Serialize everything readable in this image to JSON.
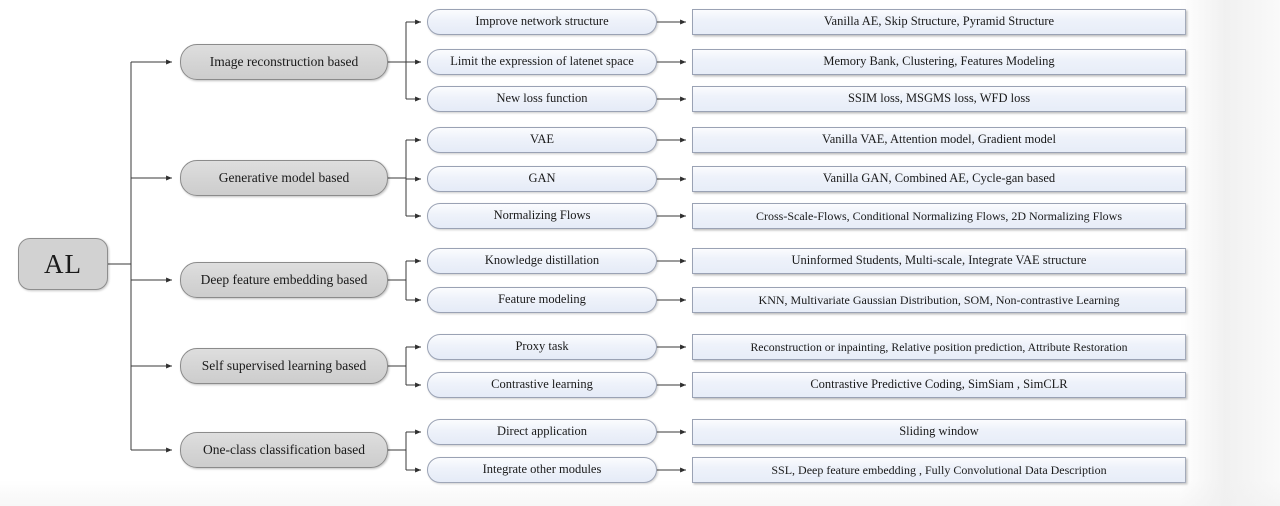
{
  "diagram": {
    "type": "tree-taxonomy",
    "title": "AL",
    "root": {
      "label": "AL"
    },
    "branches": [
      {
        "id": "image-reconstruction-based",
        "label": "Image reconstruction based",
        "children": [
          {
            "label": "Improve network structure",
            "methods": "Vanilla AE, Skip Structure, Pyramid Structure"
          },
          {
            "label": "Limit the expression of latenet space",
            "methods": "Memory Bank, Clustering, Features Modeling"
          },
          {
            "label": "New loss function",
            "methods": "SSIM loss, MSGMS loss, WFD loss"
          }
        ]
      },
      {
        "id": "generative-model-based",
        "label": "Generative model based",
        "children": [
          {
            "label": "VAE",
            "methods": "Vanilla VAE, Attention model, Gradient model"
          },
          {
            "label": "GAN",
            "methods": "Vanilla GAN, Combined AE, Cycle-gan based"
          },
          {
            "label": "Normalizing Flows",
            "methods": "Cross-Scale-Flows, Conditional Normalizing Flows, 2D  Normalizing Flows"
          }
        ]
      },
      {
        "id": "deep-feature-embedding-based",
        "label": "Deep feature embedding based",
        "children": [
          {
            "label": "Knowledge distillation",
            "methods": "Uninformed Students, Multi-scale, Integrate VAE structure"
          },
          {
            "label": "Feature modeling",
            "methods": "KNN, Multivariate Gaussian Distribution, SOM, Non-contrastive Learning"
          }
        ]
      },
      {
        "id": "self-supervised-learning-based",
        "label": "Self supervised learning based",
        "children": [
          {
            "label": "Proxy task",
            "methods": "Reconstruction or inpainting, Relative position prediction, Attribute Restoration"
          },
          {
            "label": "Contrastive learning",
            "methods": "Contrastive Predictive Coding, SimSiam , SimCLR"
          }
        ]
      },
      {
        "id": "one-class-classification-based",
        "label": "One-class classification based",
        "children": [
          {
            "label": "Direct application",
            "methods": "Sliding window"
          },
          {
            "label": "Integrate other modules",
            "methods": "SSL,  Deep feature embedding , Fully Convolutional Data Description"
          }
        ]
      }
    ]
  },
  "colors": {
    "root_fill": "#d2d2d2",
    "level1_fill": "#d8d8d8",
    "level2_fill": "#eef2fa",
    "level3_fill": "#eef2fa",
    "border_gray": "#8b8b8b",
    "border_blue_gray": "#9aa2b4",
    "connector": "#3a3a3a",
    "text": "#1a1a1a",
    "background": "#ffffff"
  }
}
